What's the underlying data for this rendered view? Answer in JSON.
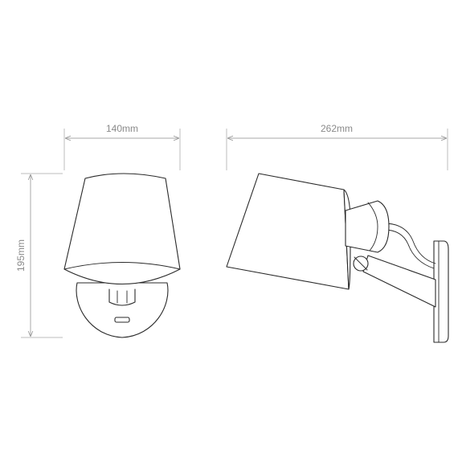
{
  "dimensions": {
    "front_width": "140mm",
    "side_width": "262mm",
    "height": "195mm"
  },
  "views": [
    {
      "name": "front-view"
    },
    {
      "name": "side-view"
    }
  ],
  "colors": {
    "line": "#2a2a2a",
    "dimension": "#a9a9a9",
    "text": "#8a8a8a",
    "background": "#ffffff"
  }
}
